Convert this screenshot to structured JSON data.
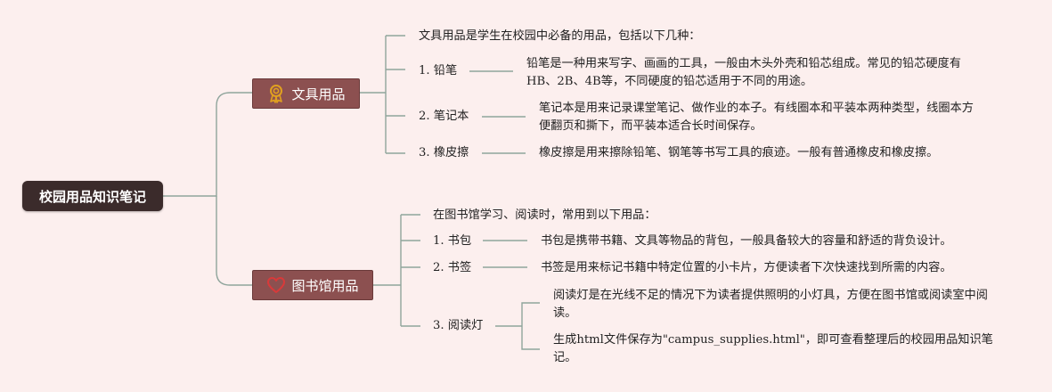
{
  "root": {
    "label": "校园用品知识笔记"
  },
  "branches": [
    {
      "label": "文具用品",
      "icon": "award-ribbon-icon",
      "icon_color": "#e0a020",
      "intro": "文具用品是学生在校园中必备的用品，包括以下几种：",
      "items": [
        {
          "label": "1. 铅笔",
          "desc": "铅笔是一种用来写字、画画的工具，一般由木头外壳和铅芯组成。常见的铅芯硬度有HB、2B、4B等，不同硬度的铅芯适用于不同的用途。"
        },
        {
          "label": "2. 笔记本",
          "desc": "笔记本是用来记录课堂笔记、做作业的本子。有线圈本和平装本两种类型，线圈本方便翻页和撕下，而平装本适合长时间保存。"
        },
        {
          "label": "3. 橡皮擦",
          "desc": "橡皮擦是用来擦除铅笔、钢笔等书写工具的痕迹。一般有普通橡皮和橡皮擦。"
        }
      ]
    },
    {
      "label": "图书馆用品",
      "icon": "heart-icon",
      "icon_color": "#d83a3a",
      "intro": "在图书馆学习、阅读时，常用到以下用品：",
      "items": [
        {
          "label": "1. 书包",
          "desc": "书包是携带书籍、文具等物品的背包，一般具备较大的容量和舒适的背负设计。"
        },
        {
          "label": "2. 书签",
          "desc": "书签是用来标记书籍中特定位置的小卡片，方便读者下次快速找到所需的内容。"
        },
        {
          "label": "3. 阅读灯",
          "descs": [
            "阅读灯是在光线不足的情况下为读者提供照明的小灯具，方便在图书馆或阅读室中阅读。",
            "生成html文件保存为\"campus_supplies.html\"，即可查看整理后的校园用品知识笔记。"
          ]
        }
      ]
    }
  ],
  "colors": {
    "background": "#fcefee",
    "root": "#3b2b2b",
    "branch": "#8c5050",
    "connector": "#8fa59c"
  }
}
